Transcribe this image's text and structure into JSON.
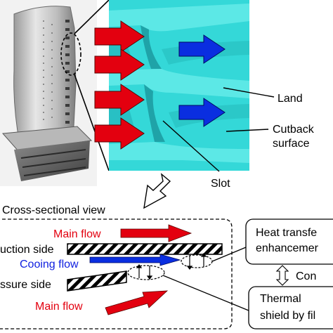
{
  "top": {
    "labels": {
      "land": "Land",
      "cutback": "Cutback",
      "surface": "surface",
      "slot": "Slot"
    }
  },
  "bottom": {
    "section_title": "Cross-sectional view",
    "main_flow_top": "Main flow",
    "suction_side": "uction side",
    "cooling_flow": "Cooing flow",
    "pressure_side": "ssure side",
    "main_flow_bottom": "Main flow",
    "heat_box_line1": "Heat transfe",
    "heat_box_line2": "enhancemer",
    "contrast": "Con",
    "thermal_line1": "Thermal",
    "thermal_line2": "shield by fil"
  },
  "colors": {
    "red_arrow": "#e3000f",
    "blue_arrow": "#0a2ee0",
    "cyan_surface": "#34d8d8",
    "cooling_text": "#1020e0"
  }
}
